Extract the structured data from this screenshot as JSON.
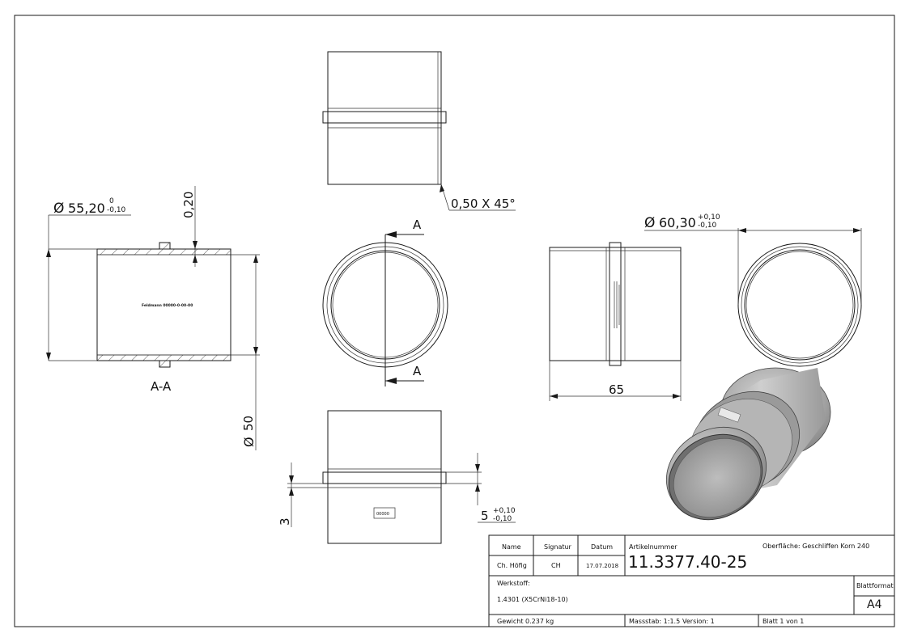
{
  "dims": {
    "dia_55": "55,20",
    "dia_55_tol_up": "0",
    "dia_55_tol_lo": "-0,10",
    "wall": "0,20",
    "chamfer": "0,50 X 45°",
    "dia_60": "60,30",
    "dia_60_tol_up": "+0,10",
    "dia_60_tol_lo": "-0,10",
    "length": "65",
    "dia_50": "50",
    "three": "3",
    "five": "5",
    "five_tol_up": "+0,10",
    "five_tol_lo": "-0,10",
    "dia_symbol": "Ø"
  },
  "labels": {
    "section": "A-A",
    "cut_a": "A",
    "engraving": "Feldmann 00000-0-00-00",
    "small_engraving": "00000"
  },
  "title_block": {
    "name_h": "Name",
    "sign_h": "Signatur",
    "date_h": "Datum",
    "article_h": "Artikelnummer",
    "surface": "Oberfläche:  Geschliffen Korn 240",
    "name": "Ch. Höfig",
    "sign": "CH",
    "date": "17.07.2018",
    "article": "11.3377.40-25",
    "material_h": "Werkstoff:",
    "material": "1.4301 (X5CrNi18-10)",
    "format_h": "Blattformat",
    "format": "A4",
    "weight": "Gewicht 0.237 kg",
    "scale": "Massstab: 1:1.5",
    "version": "Version: 1",
    "sheet": "Blatt 1 von 1"
  }
}
